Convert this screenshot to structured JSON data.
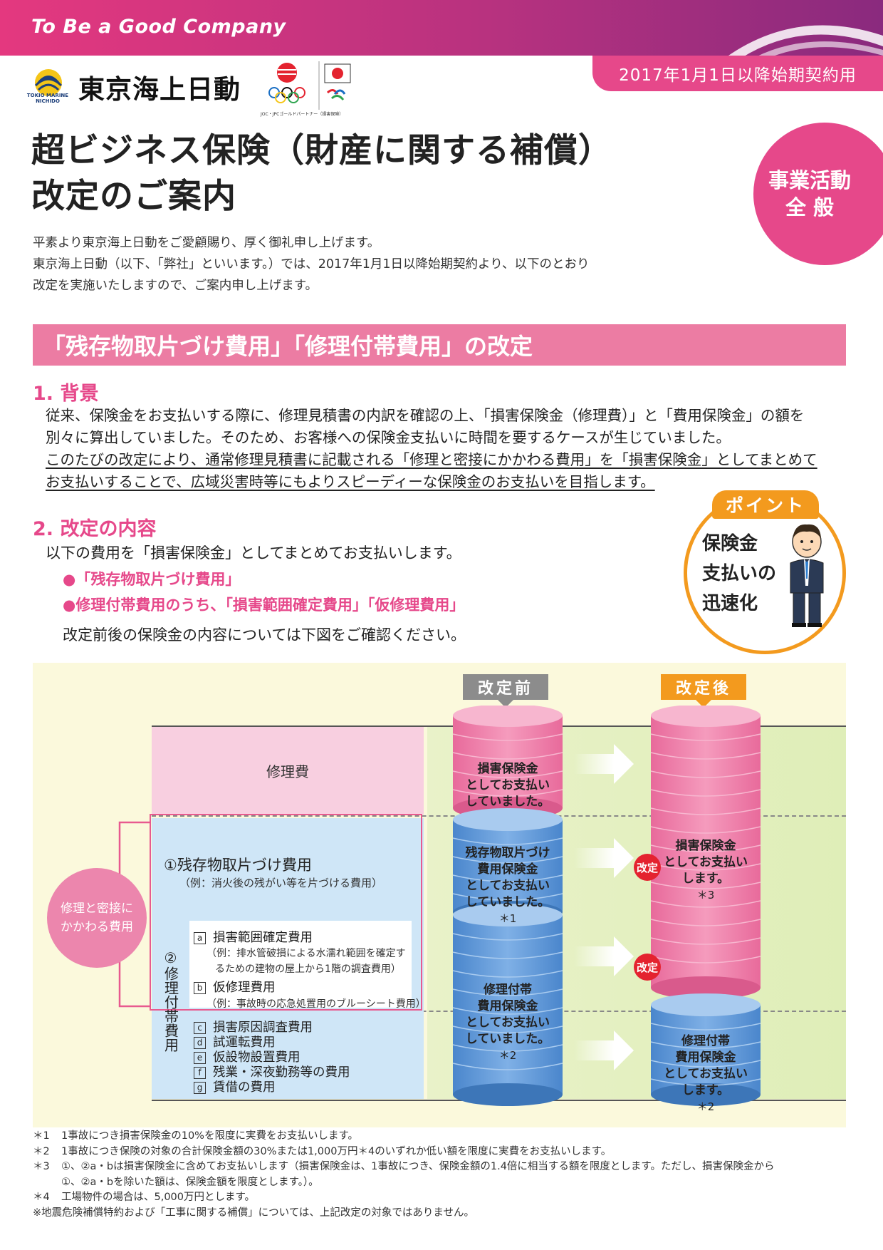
{
  "header": {
    "slogan": "To Be a Good Company",
    "date_badge": "2017年1月1日以降始期契約用",
    "company_name": "東京海上日動",
    "company_small": "TOKIO MARINE NICHIDO",
    "partner_text": "JOC・JPCゴールドパートナー（損害保険）"
  },
  "title": {
    "line1": "超ビジネス保険（財産に関する補償）",
    "line2": "改定のご案内"
  },
  "category": {
    "line1": "事業活動",
    "line2": "全 般"
  },
  "intro": [
    "平素より東京海上日動をご愛顧賜り、厚く御礼申し上げます。",
    "東京海上日動（以下、「弊社」といいます。）では、2017年1月1日以降始期契約より、以下のとおり",
    "改定を実施いたしますので、ご案内申し上げます。"
  ],
  "section_title": "「残存物取片づけ費用」「修理付帯費用」の改定",
  "background": {
    "heading": "1. 背景",
    "line1": "従来、保険金をお支払いする際に、修理見積書の内訳を確認の上、「損害保険金（修理費）」と「費用保険金」の額を",
    "line2": "別々に算出していました。そのため、お客様への保険金支払いに時間を要するケースが生じていました。",
    "line3": "このたびの改定により、通常修理見積書に記載される「修理と密接にかかわる費用」を「損害保険金」としてまとめて",
    "line4": "お支払いすることで、広域災害時等にもよりスピーディーな保険金のお支払いを目指します。"
  },
  "content": {
    "heading": "2. 改定の内容",
    "lead": "以下の費用を「損害保険金」としてまとめてお支払いします。",
    "bullet1": "●「残存物取片づけ費用」",
    "bullet2": "●修理付帯費用のうち、「損害範囲確定費用」「仮修理費用」",
    "note": "改定前後の保険金の内容については下図をご確認ください。"
  },
  "point": {
    "tab": "ポイント",
    "line1": "保険金",
    "line2": "支払いの",
    "line3": "迅速化"
  },
  "diagram": {
    "before_label": "改定前",
    "after_label": "改定後",
    "repair": "修理費",
    "bubble_line1": "修理と密接に",
    "bubble_line2": "かかわる費用",
    "item1_label": "①残存物取片づけ費用",
    "item1_example": "（例：消火後の残がい等を片づける費用）",
    "item2_vertical": "②修理付帯費用",
    "sub_a": "損害範囲確定費用",
    "sub_a_example1": "（例：排水管破損による水濡れ範囲を確定す",
    "sub_a_example2": "るための建物の屋上から1階の調査費用）",
    "sub_b": "仮修理費用",
    "sub_b_example": "（例：事故時の応急処置用のブルーシート費用）",
    "sub_c": "損害原因調査費用",
    "sub_d": "試運転費用",
    "sub_e": "仮設物設置費用",
    "sub_f": "残業・深夜勤務等の費用",
    "sub_g": "賃借の費用",
    "letters": [
      "a",
      "b",
      "c",
      "d",
      "e",
      "f",
      "g"
    ],
    "before_top": [
      "損害保険金",
      "としてお支払い",
      "していました。"
    ],
    "before_mid": [
      "残存物取片づけ",
      "費用保険金",
      "としてお支払い",
      "していました。",
      "＊1"
    ],
    "before_bottom": [
      "修理付帯",
      "費用保険金",
      "としてお支払い",
      "していました。",
      "＊2"
    ],
    "after_top": [
      "損害保険金",
      "としてお支払い",
      "します。",
      "＊3"
    ],
    "after_bottom": [
      "修理付帯",
      "費用保険金",
      "としてお支払い",
      "します。",
      "＊2"
    ],
    "kaitei": "改定"
  },
  "footnotes": [
    {
      "mark": "＊1",
      "text": "1事故につき損害保険金の10%を限度に実費をお支払いします。"
    },
    {
      "mark": "＊2",
      "text": "1事故につき保険の対象の合計保険金額の30%または1,000万円＊4のいずれか低い額を限度に実費をお支払いします。"
    },
    {
      "mark": "＊3",
      "text": "①、②a・bは損害保険金に含めてお支払いします（損害保険金は、1事故につき、保険金額の1.4倍に相当する額を限度とします。ただし、損害保険金から"
    },
    {
      "mark": "",
      "text": "①、②a・bを除いた額は、保険金額を限度とします。）。"
    },
    {
      "mark": "＊4",
      "text": "工場物件の場合は、5,000万円とします。"
    },
    {
      "mark": "",
      "text": "※地震危険補償特約および「工事に関する補償」については、上記改定の対象ではありません。"
    }
  ],
  "colors": {
    "brand_pink": "#e6488a",
    "header_purple": "#8a2a7e",
    "orange": "#f39a1e",
    "cyl_pink": "#ec6f9f",
    "cyl_blue": "#4f8fd4",
    "red_badge": "#e4232f"
  }
}
